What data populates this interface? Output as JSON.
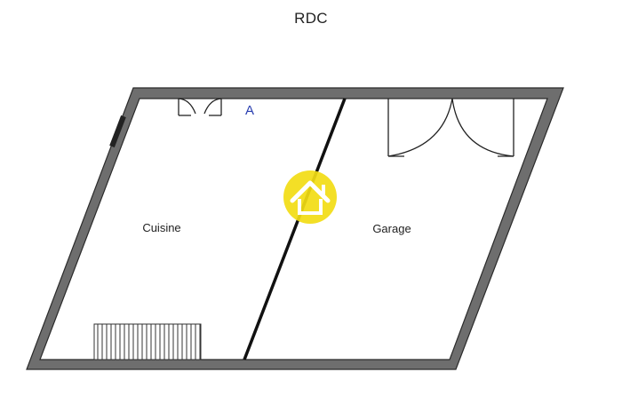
{
  "title": "RDC",
  "rooms": {
    "left": "Cuisine",
    "right": "Garage"
  },
  "marker": "A",
  "colors": {
    "wall": "#6e6e6e",
    "wall_edge": "#2b2b2b",
    "logo": "#f2dc13",
    "marker": "#2a3fb0"
  },
  "icons": {
    "logo": "house-logo"
  }
}
